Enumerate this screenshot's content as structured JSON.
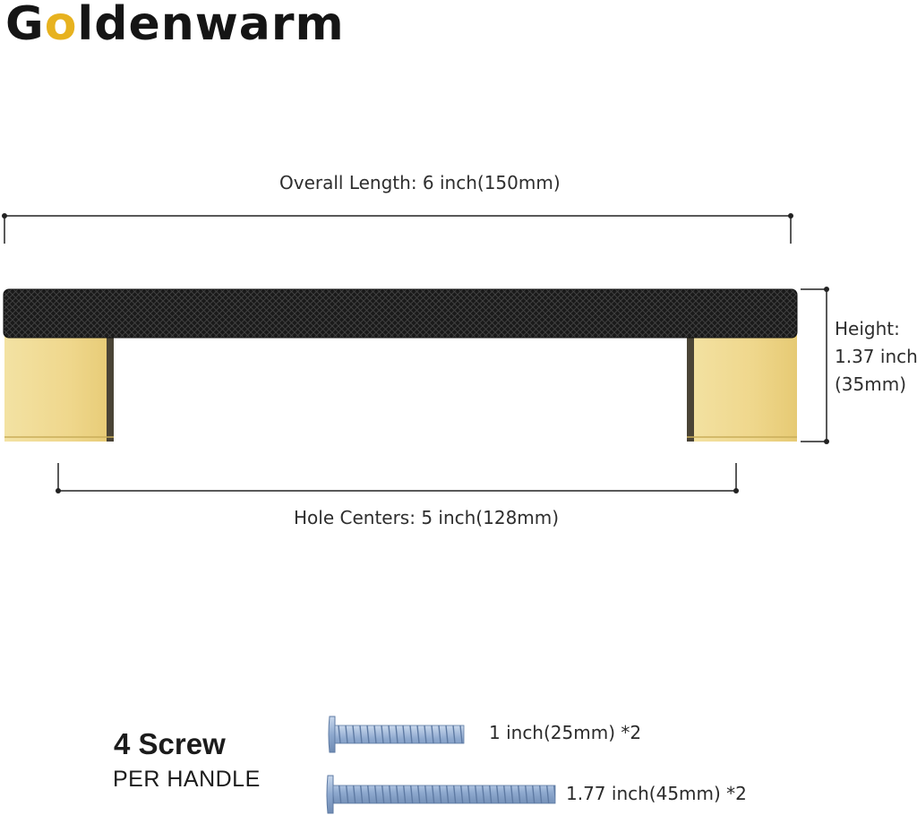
{
  "brand": {
    "prefix": "G",
    "accent": "o",
    "suffix": "ldenwarm",
    "accent_color": "#e7b21f"
  },
  "dimensions": {
    "overall_length": "Overall Length: 6  inch(150mm)",
    "height_line1": "Height:",
    "height_line2": "1.37 inch",
    "height_line3": "(35mm)",
    "hole_centers": "Hole Centers: 5 inch(128mm)"
  },
  "screws": {
    "title": "4 Screw",
    "subtitle": "PER HANDLE",
    "short_label": "1 inch(25mm) *2",
    "long_label": "1.77 inch(45mm) *2"
  },
  "colors": {
    "bar": "#1b1b1b",
    "gold": "#efd98f",
    "screw": "#8aa8cf"
  }
}
